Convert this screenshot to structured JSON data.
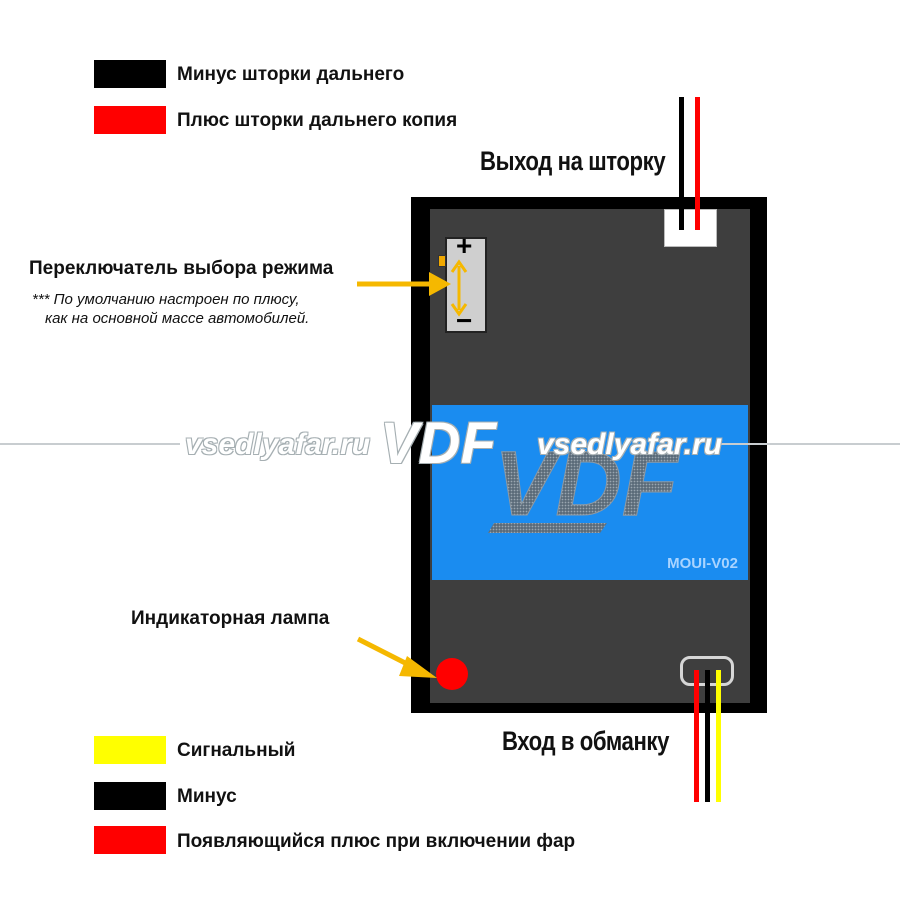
{
  "legend_top": [
    {
      "color": "#000000",
      "label": "Минус шторки дальнего"
    },
    {
      "color": "#ff0000",
      "label": "Плюс шторки дальнего копия"
    }
  ],
  "legend_bottom": [
    {
      "color": "#ffff00",
      "label": "Сигнальный"
    },
    {
      "color": "#000000",
      "label": "Минус"
    },
    {
      "color": "#ff0000",
      "label": "Появляющийся плюс при включении фар"
    }
  ],
  "labels": {
    "output": "Выход на шторку",
    "input": "Вход в обманку",
    "switch": "Переключатель выбора режима",
    "switch_note_line1": "*** По умолчанию настроен по плюсу,",
    "switch_note_line2": "как на основной массе автомобилей.",
    "lamp": "Индикаторная лампа"
  },
  "device": {
    "logo": "VDF",
    "model": "MOUI-V02",
    "switch_plus": "+",
    "switch_minus": "−"
  },
  "watermark": {
    "site_left": "vsedlyafar.ru",
    "logo": "VDF",
    "site_right": "vsedlyafar.ru"
  },
  "colors": {
    "arrow": "#f5b800",
    "panel": "#1a8cf0",
    "lamp": "#ff0000",
    "wire_red": "#ff0000",
    "wire_black": "#000000",
    "wire_yellow": "#ffff00"
  }
}
